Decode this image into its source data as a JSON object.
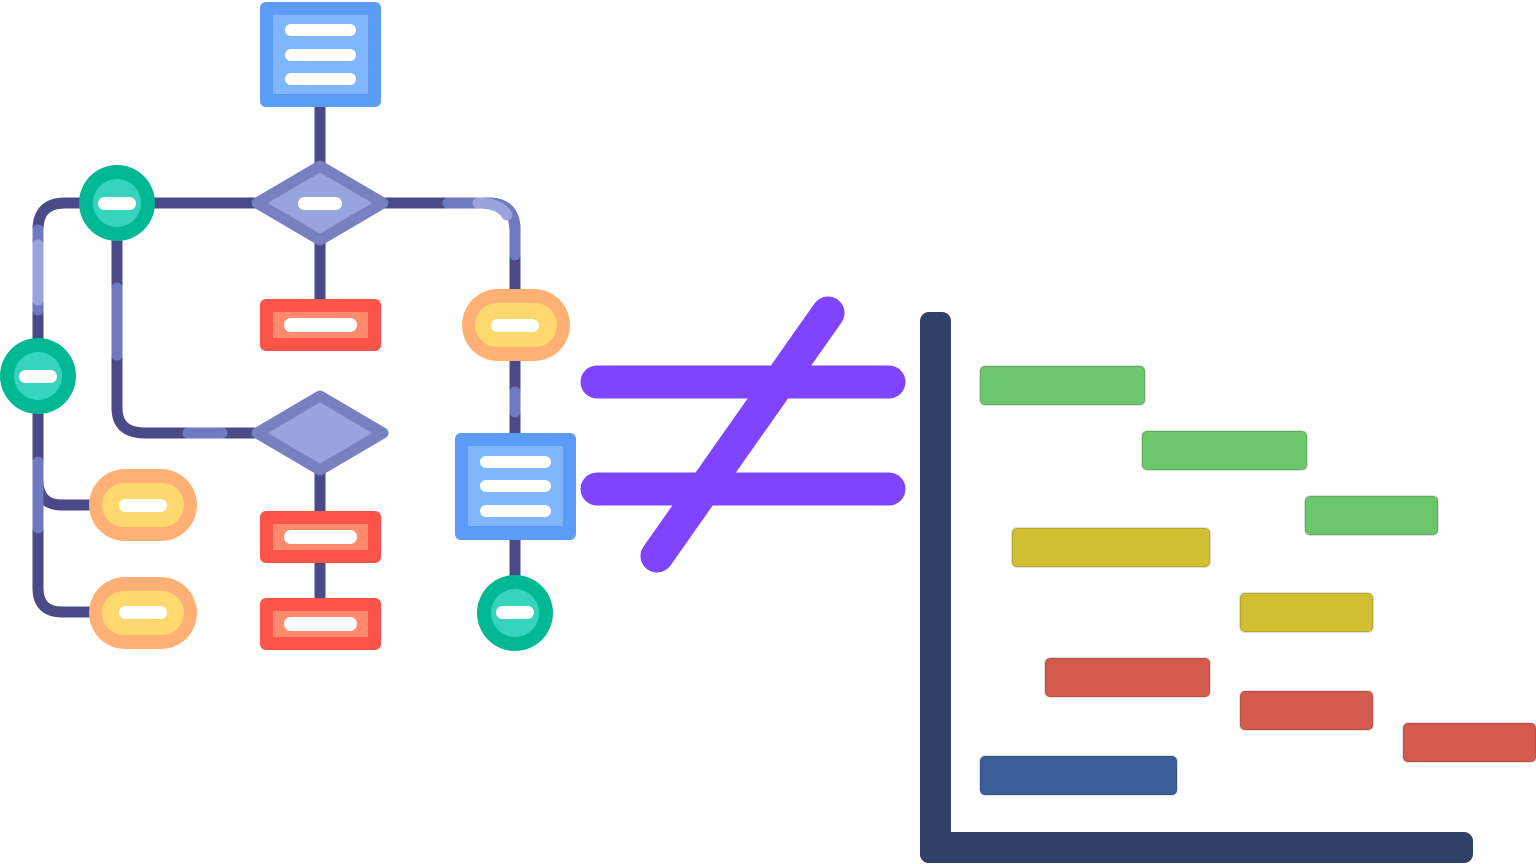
{
  "colors": {
    "connector": "#4a4a88",
    "connector_highlight": "#6e79c0",
    "connector_light": "#9aa3dc",
    "document_outer": "#5b9cf8",
    "document_inner": "#7fb6fc",
    "decision_stroke": "#7880c0",
    "decision_fill": "#98a4de",
    "process_outer": "#ff5548",
    "process_inner": "#ff8a6e",
    "terminal_outer": "#00b894",
    "terminal_inner": "#36d4bc",
    "pill_outer": "#ffb074",
    "pill_inner": "#ffd86e",
    "not_equal": "#7f44ff",
    "gantt_axis": "#2f4168",
    "gantt_green": "#6cc66c",
    "gantt_yellow": "#d2c032",
    "gantt_red": "#d45a4e",
    "gantt_blue": "#3a5f98"
  },
  "icons": [
    "flowchart",
    "not-equal-sign",
    "gantt-chart"
  ]
}
